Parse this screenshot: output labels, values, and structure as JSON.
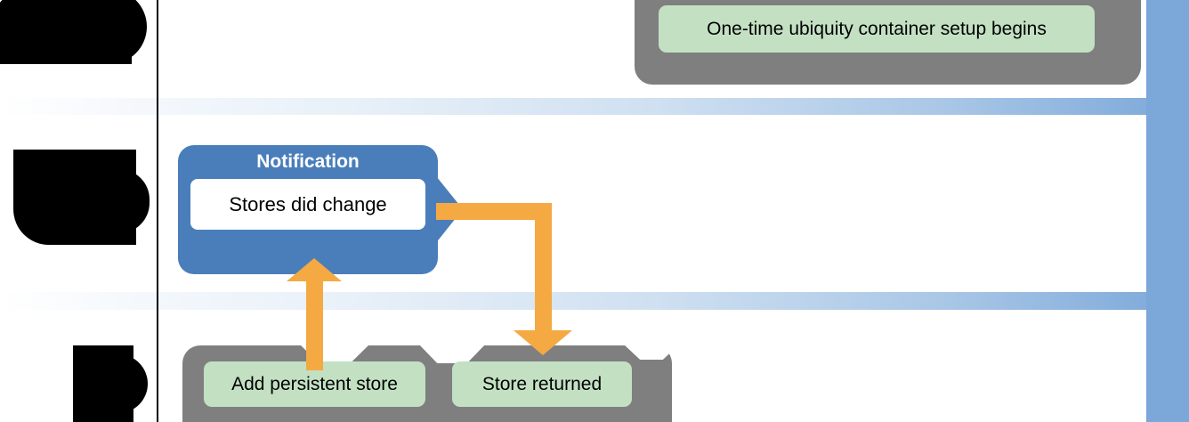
{
  "diagram": {
    "type": "swimlane-sequence-diagram",
    "colors": {
      "lane_band_start": "#ffffff",
      "lane_band_end": "#7ba7d9",
      "group_gray": "#7f7f7f",
      "action_green": "#c3e0c3",
      "notification_blue": "#4a7ebb",
      "arrow_orange": "#f5a942",
      "redacted_black": "#000000"
    },
    "lanes": [
      {
        "id": "lane-1",
        "label": "",
        "label_redacted": true,
        "groups": [
          {
            "id": "group-ubiquity-setup",
            "items": [
              {
                "id": "step-ubiquity-setup",
                "label": "One-time ubiquity container setup begins"
              }
            ]
          }
        ]
      },
      {
        "id": "lane-2",
        "label": "",
        "label_redacted": true,
        "notification": {
          "id": "notification-stores-did-change",
          "title": "Notification",
          "message": "Stores did change"
        }
      },
      {
        "id": "lane-3",
        "label": "",
        "label_redacted": true,
        "groups": [
          {
            "id": "group-store-operations",
            "items": [
              {
                "id": "step-add-persistent-store",
                "label": "Add persistent store"
              },
              {
                "id": "step-store-returned",
                "label": "Store returned"
              }
            ]
          }
        ]
      }
    ],
    "arrows": [
      {
        "id": "arrow-store-to-notification",
        "from": "step-add-persistent-store",
        "to": "notification-stores-did-change",
        "direction": "up"
      },
      {
        "id": "arrow-notification-to-store-returned",
        "from": "notification-stores-did-change",
        "to": "step-store-returned",
        "direction": "right-then-down"
      }
    ]
  }
}
